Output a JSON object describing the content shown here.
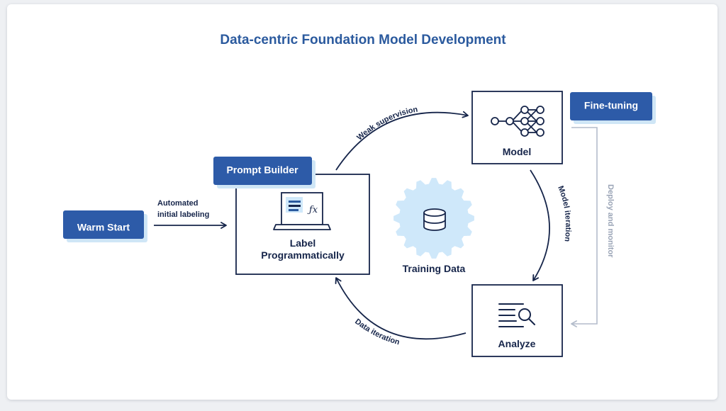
{
  "title": "Data-centric Foundation Model Development",
  "nodes": {
    "warm_start": "Warm Start",
    "prompt_builder": "Prompt Builder",
    "label_programmatically": [
      "Label",
      "Programmatically"
    ],
    "model": "Model",
    "fine_tuning": "Fine-tuning",
    "analyze": "Analyze",
    "training_data": "Training Data"
  },
  "edges": {
    "automated_labeling": [
      "Automated",
      "initial labeling"
    ],
    "weak_supervision": "Weak supervision",
    "model_iteration": "Model iteration",
    "data_iteration": "Data iteration",
    "deploy_and_monitor": "Deploy and monitor"
  },
  "colors": {
    "navy": "#16254a",
    "blue": "#2b5a9e",
    "badge": "#2d5ba8",
    "badge_shadow": "#cfe6f6",
    "gear": "#cfe8fa",
    "gray_line": "#b3bccb"
  },
  "icons": {
    "laptop": "laptop-formula-icon",
    "model": "neural-network-icon",
    "analyze": "document-search-icon",
    "database": "database-icon"
  }
}
